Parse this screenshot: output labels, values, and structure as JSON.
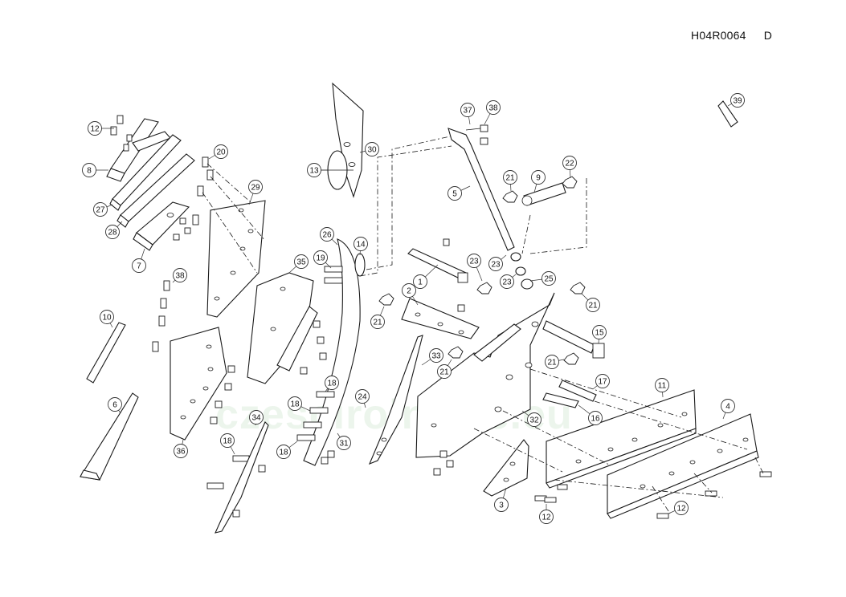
{
  "header": {
    "drawing_number": "H04R0064",
    "revision": "D"
  },
  "watermark": {
    "text": "czescirolnicze.eu"
  },
  "callouts": [
    {
      "label": "1"
    },
    {
      "label": "2"
    },
    {
      "label": "3"
    },
    {
      "label": "4"
    },
    {
      "label": "5"
    },
    {
      "label": "6"
    },
    {
      "label": "7"
    },
    {
      "label": "8"
    },
    {
      "label": "9"
    },
    {
      "label": "10"
    },
    {
      "label": "11"
    },
    {
      "label": "12"
    },
    {
      "label": "12"
    },
    {
      "label": "12"
    },
    {
      "label": "13"
    },
    {
      "label": "14"
    },
    {
      "label": "15"
    },
    {
      "label": "16"
    },
    {
      "label": "17"
    },
    {
      "label": "18"
    },
    {
      "label": "18"
    },
    {
      "label": "18"
    },
    {
      "label": "18"
    },
    {
      "label": "19"
    },
    {
      "label": "20"
    },
    {
      "label": "21"
    },
    {
      "label": "21"
    },
    {
      "label": "21"
    },
    {
      "label": "21"
    },
    {
      "label": "21"
    },
    {
      "label": "22"
    },
    {
      "label": "23"
    },
    {
      "label": "23"
    },
    {
      "label": "23"
    },
    {
      "label": "24"
    },
    {
      "label": "25"
    },
    {
      "label": "26"
    },
    {
      "label": "27"
    },
    {
      "label": "28"
    },
    {
      "label": "29"
    },
    {
      "label": "30"
    },
    {
      "label": "31"
    },
    {
      "label": "32"
    },
    {
      "label": "33"
    },
    {
      "label": "34"
    },
    {
      "label": "35"
    },
    {
      "label": "36"
    },
    {
      "label": "37"
    },
    {
      "label": "38"
    },
    {
      "label": "38"
    },
    {
      "label": "39"
    }
  ]
}
